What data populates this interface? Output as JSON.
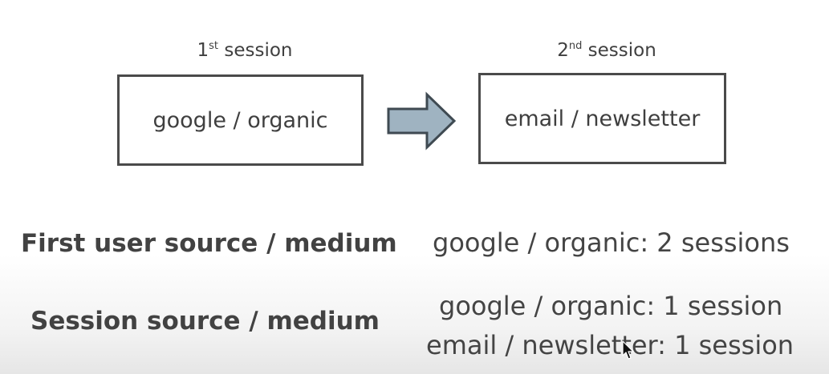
{
  "sessions": [
    {
      "label_num": "1",
      "label_sup": "st",
      "label_text": "session",
      "source": "google / organic"
    },
    {
      "label_num": "2",
      "label_sup": "nd",
      "label_text": "session",
      "source": "email / newsletter"
    }
  ],
  "rows": [
    {
      "label": "First user source / medium",
      "values": [
        "google / organic: 2 sessions"
      ]
    },
    {
      "label": "Session source / medium",
      "values": [
        "google / organic: 1 session",
        "email / newsletter: 1 session"
      ]
    }
  ],
  "colors": {
    "arrow_fill": "#9fb3c1",
    "arrow_stroke": "#3f4a52",
    "box_border": "#4a4a4a",
    "text": "#3f3f3f"
  }
}
